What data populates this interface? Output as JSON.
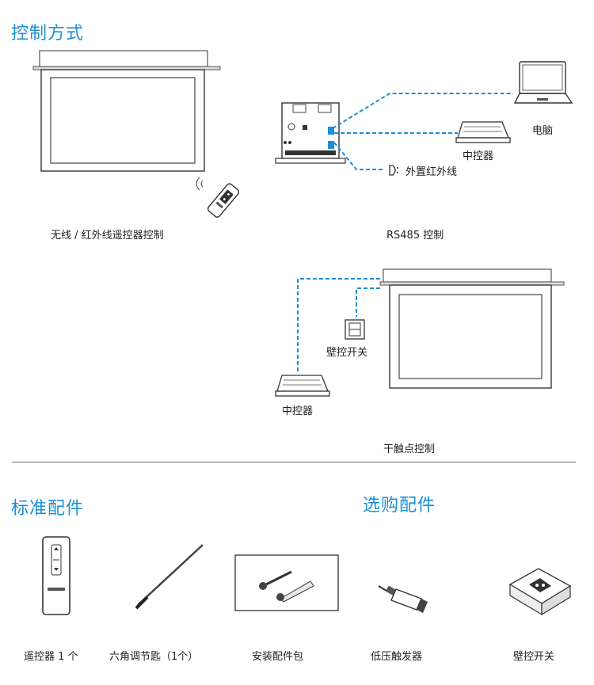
{
  "control_section": {
    "title": "控制方式",
    "wireless_caption": "无线 / 红外线遥控器控制",
    "rs485_caption": "RS485 控制",
    "dry_contact_caption": "干触点控制",
    "labels": {
      "computer": "电脑",
      "controller_rs485": "中控器",
      "external_ir": "外置红外线",
      "wall_switch": "壁控开关",
      "controller_dry": "中控器"
    },
    "colors": {
      "accent": "#1a8fd6",
      "link_line": "#1a8fd6"
    }
  },
  "standard_accessories": {
    "title": "标准配件",
    "items": [
      {
        "label": "遥控器 1 个",
        "icon": "remote-control-icon"
      },
      {
        "label": "六角调节匙（1个）",
        "icon": "hex-key-icon"
      },
      {
        "label": "安装配件包",
        "icon": "screw-kit-icon"
      }
    ]
  },
  "optional_accessories": {
    "title": "选购配件",
    "items": [
      {
        "label": "低压触发器",
        "icon": "trigger-icon"
      },
      {
        "label": "壁控开关",
        "icon": "wall-switch-icon"
      }
    ]
  }
}
